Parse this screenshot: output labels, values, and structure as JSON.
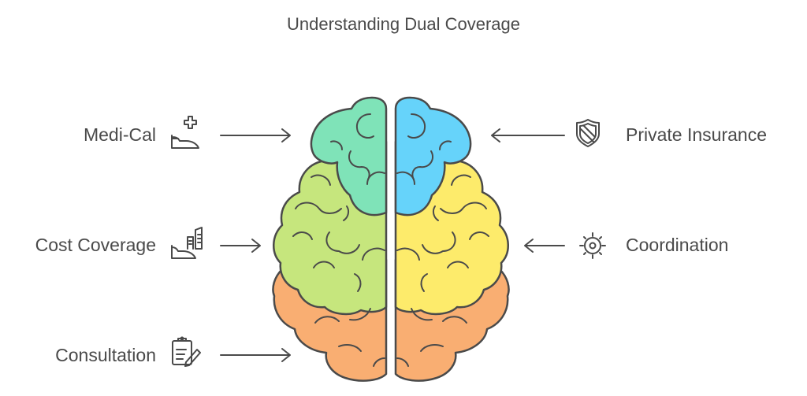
{
  "title": "Understanding Dual Coverage",
  "left_items": [
    {
      "label": "Medi-Cal",
      "icon": "hand-medical-cross-icon"
    },
    {
      "label": "Cost Coverage",
      "icon": "hand-documents-icon"
    },
    {
      "label": "Consultation",
      "icon": "clipboard-pen-icon"
    }
  ],
  "right_items": [
    {
      "label": "Private Insurance",
      "icon": "shield-icon"
    },
    {
      "label": "Coordination",
      "icon": "gear-sun-icon"
    }
  ],
  "colors": {
    "stroke": "#4a4a4a",
    "teal": "#7fe3b8",
    "blue": "#66d3fa",
    "green": "#c6e67d",
    "yellow": "#fdeb6b",
    "orange": "#f9ae72"
  }
}
